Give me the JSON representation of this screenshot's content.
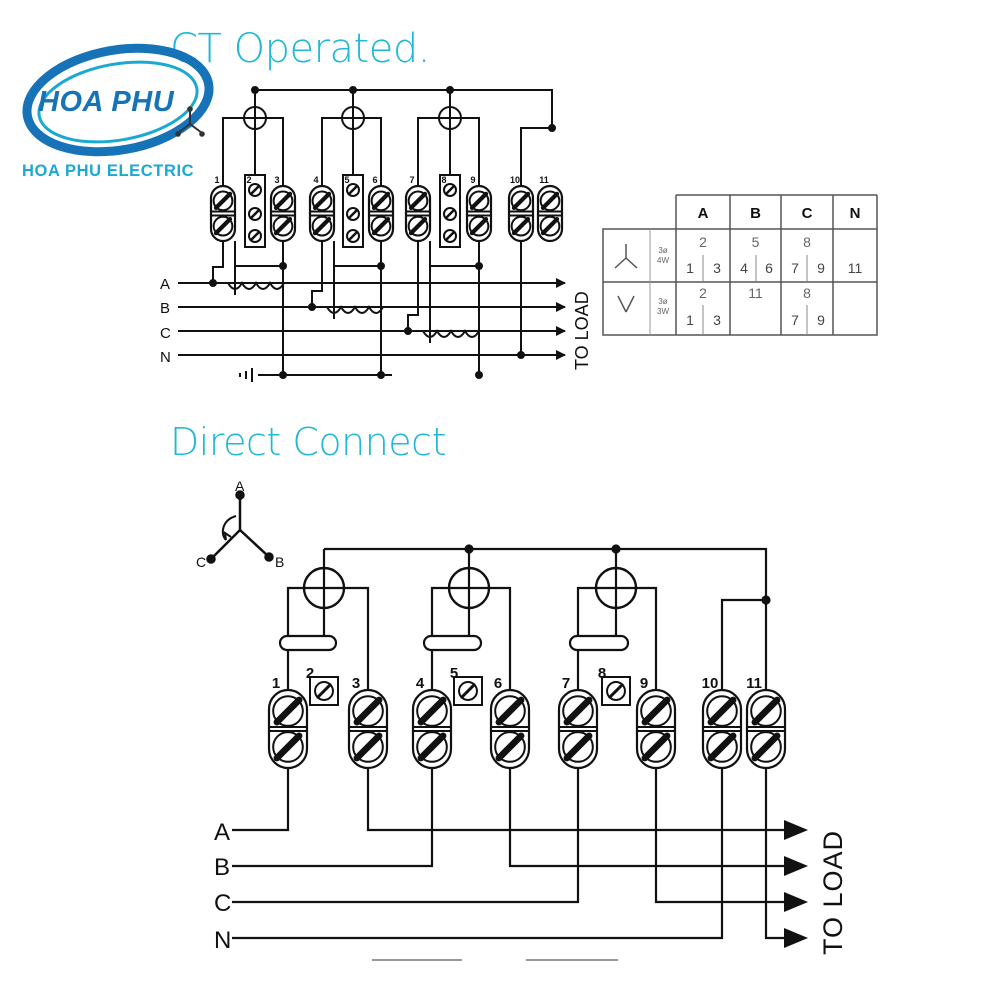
{
  "logo": {
    "name": "HOA PHU",
    "tagline": "HOA PHU ELECTRIC"
  },
  "ct_section": {
    "title": "CT Operated.",
    "lines": [
      "A",
      "B",
      "C",
      "N"
    ],
    "to_load": "TO LOAD",
    "terminals": [
      "1",
      "2",
      "3",
      "4",
      "5",
      "6",
      "7",
      "8",
      "9",
      "10",
      "11"
    ]
  },
  "table": {
    "headers": [
      "A",
      "B",
      "C",
      "N"
    ],
    "rows": [
      {
        "type_a": "3ø",
        "type_b": "4W",
        "top": [
          "2",
          "5",
          "8",
          ""
        ],
        "bottom": [
          "1",
          "3",
          "4",
          "6",
          "7",
          "9",
          "11"
        ]
      },
      {
        "type_a": "3ø",
        "type_b": "3W",
        "top": [
          "2",
          "11",
          "8",
          ""
        ],
        "bottom": [
          "1",
          "3",
          "",
          "",
          "7",
          "9",
          ""
        ]
      }
    ]
  },
  "direct_section": {
    "title": "Direct Connect",
    "phases": [
      "A",
      "B",
      "C"
    ],
    "lines": [
      "A",
      "B",
      "C",
      "N"
    ],
    "to_load": "TO LOAD",
    "terminals": [
      "1",
      "2",
      "3",
      "4",
      "5",
      "6",
      "7",
      "8",
      "9",
      "10",
      "11"
    ]
  },
  "colors": {
    "title": "#1fb8d6",
    "logo_blue": "#1673b8",
    "logo_cyan": "#1aa9d3",
    "line": "#111111"
  }
}
